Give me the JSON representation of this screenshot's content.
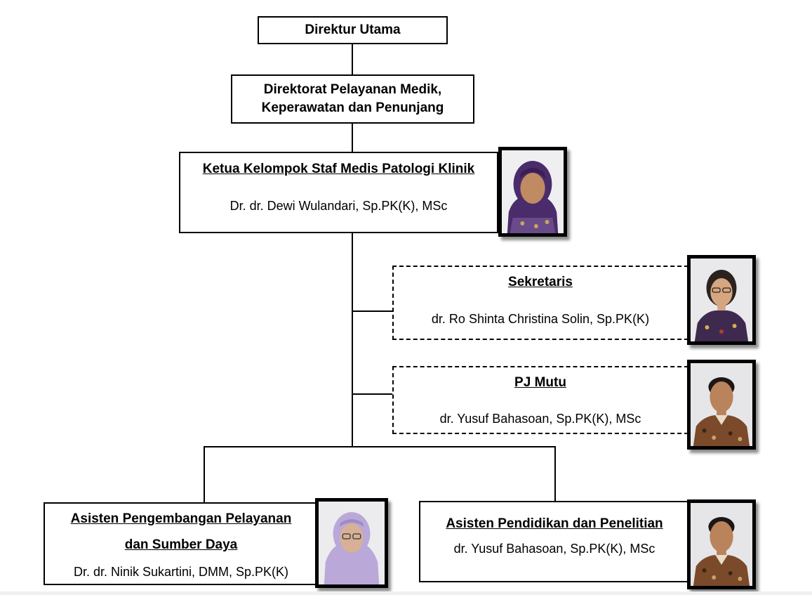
{
  "top": {
    "title": "Direktur Utama"
  },
  "directorate": {
    "line1": "Direktorat Pelayanan Medik,",
    "line2": "Keperawatan dan Penunjang"
  },
  "head": {
    "role": "Ketua Kelompok Staf Medis Patologi Klinik",
    "person": "Dr. dr. Dewi Wulandari, Sp.PK(K), MSc"
  },
  "secretary": {
    "role": "Sekretaris",
    "person": "dr. Ro Shinta Christina Solin, Sp.PK(K)"
  },
  "quality": {
    "role": "PJ Mutu",
    "person": "dr. Yusuf Bahasoan, Sp.PK(K), MSc"
  },
  "assistant_services": {
    "role_line1": "Asisten Pengembangan Pelayanan",
    "role_line2": "dan Sumber Daya",
    "person": "Dr. dr. Ninik Sukartini, DMM, Sp.PK(K)"
  },
  "assistant_education": {
    "role": "Asisten Pendidikan dan Penelitian",
    "person": "dr. Yusuf Bahasoan, Sp.PK(K), MSc"
  },
  "colors": {
    "line": "#000000",
    "hijab_purple": "#4b2c6b",
    "hijab_lavender": "#b9a8d8",
    "batik": "#7a4a2a",
    "photo_bg": "#e8e8ea"
  }
}
